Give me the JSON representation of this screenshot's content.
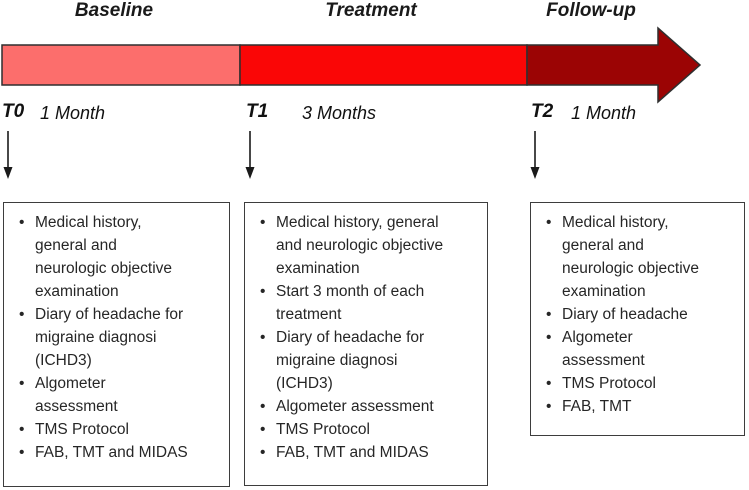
{
  "figure": {
    "phases": [
      {
        "label": "Baseline",
        "time_point": "T0",
        "duration": "1 Month",
        "segment_color": "#fc6e6c"
      },
      {
        "label": "Treatment",
        "time_point": "T1",
        "duration": "3 Months",
        "segment_color": "#fa0606"
      },
      {
        "label": "Follow-up",
        "time_point": "T2",
        "duration": "1 Month",
        "segment_color": "#9b0404"
      }
    ],
    "timeline_arrow": {
      "outline_color": "#2f2f2f",
      "head_color": "#9b0404"
    },
    "assessment_boxes": [
      {
        "items": [
          "Medical history,\ngeneral and\nneurologic objective\nexamination",
          "Diary of headache for\nmigraine diagnosi\n(ICHD3)",
          "Algometer\nassessment",
          "TMS Protocol",
          "FAB, TMT and MIDAS"
        ]
      },
      {
        "items": [
          "Medical history, general\nand neurologic objective\nexamination",
          "Start 3 month of each\ntreatment",
          "Diary of headache for\nmigraine diagnosi\n(ICHD3)",
          "Algometer assessment",
          "TMS Protocol",
          "FAB, TMT and MIDAS"
        ]
      },
      {
        "items": [
          "Medical history,\ngeneral and\nneurologic objective\nexamination",
          "Diary of headache",
          "Algometer\nassessment",
          "TMS Protocol",
          "FAB, TMT"
        ]
      }
    ]
  }
}
